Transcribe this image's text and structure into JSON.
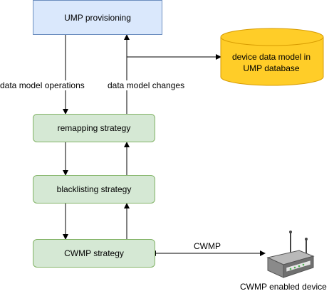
{
  "nodes": {
    "ump_provisioning": "UMP provisioning",
    "database": {
      "line1": "device data model in",
      "line2": "UMP database"
    },
    "remapping": "remapping strategy",
    "blacklisting": "blacklisting strategy",
    "cwmp_strategy": "CWMP strategy",
    "device": "CWMP enabled device"
  },
  "edge_labels": {
    "data_model_operations": "data model operations",
    "data_model_changes": "data model changes",
    "cwmp": "CWMP"
  },
  "colors": {
    "blue_fill": "#dae8fc",
    "blue_stroke": "#6c8ebf",
    "green_fill": "#d5e8d4",
    "green_stroke": "#82b366",
    "db_fill": "#ffcd28",
    "db_stroke": "#d79b00"
  },
  "icons": {
    "device": "router-icon"
  }
}
